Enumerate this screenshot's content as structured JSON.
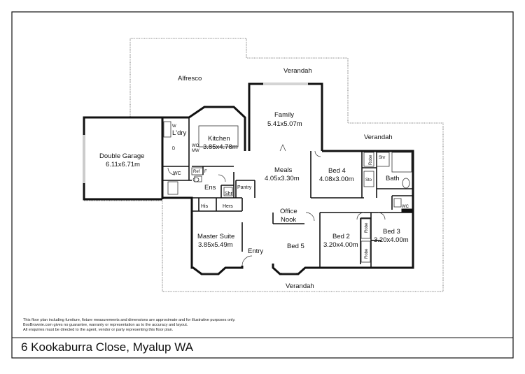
{
  "plan": {
    "address": "6 Kookaburra Close, Myalup WA",
    "disclaimer": [
      "This floor plan including furniture, fixture measurements and dimensions are approximate and for illustrative purposes only.",
      "BoxBrownie.com gives no guarantee, warranty or representation as to the accuracy and layout.",
      "All enquiries must be directed to the agent, vendor or party representing this floor plan."
    ]
  },
  "areas": {
    "alfresco": "Alfresco",
    "verandah_top": "Verandah",
    "verandah_right": "Verandah",
    "verandah_bottom": "Verandah"
  },
  "rooms": {
    "garage": {
      "name": "Double Garage",
      "size": "6.11x6.71m"
    },
    "laundry": {
      "name": "L'dry"
    },
    "garage_wc": {
      "name": "WC"
    },
    "kitchen": {
      "name": "Kitchen",
      "size": "3.85x4.78m"
    },
    "family": {
      "name": "Family",
      "size": "5.41x5.07m"
    },
    "meals": {
      "name": "Meals",
      "size": "4.05x3.30m"
    },
    "pantry": {
      "name": "Pantry"
    },
    "ensuite": {
      "name": "Ens"
    },
    "ens_shower": {
      "name": "Shr"
    },
    "his": {
      "name": "His"
    },
    "hers": {
      "name": "Hers"
    },
    "master": {
      "name": "Master Suite",
      "size": "3.85x5.49m"
    },
    "entry": {
      "name": "Entry"
    },
    "office": {
      "name": "Office",
      "name2": "Nook"
    },
    "bed5": {
      "name": "Bed 5"
    },
    "bed4": {
      "name": "Bed 4",
      "size": "4.08x3.00m"
    },
    "bed2": {
      "name": "Bed 2",
      "size": "3.20x4.00m"
    },
    "bed3": {
      "name": "Bed 3",
      "size": "3.20x4.00m"
    },
    "bath": {
      "name": "Bath"
    },
    "bath_shower": {
      "name": "Shr"
    },
    "bath_wc": {
      "name": "WC"
    },
    "store": {
      "name": "Sto"
    },
    "robe4": {
      "name": "Robe"
    },
    "robe2": {
      "name": "Robe"
    },
    "robe3": {
      "name": "Robe"
    }
  },
  "fixtures": {
    "washer": "W",
    "dryer": "D",
    "wo": "WO",
    "mw": "MW",
    "ref": "Ref",
    "freezer": "F"
  }
}
